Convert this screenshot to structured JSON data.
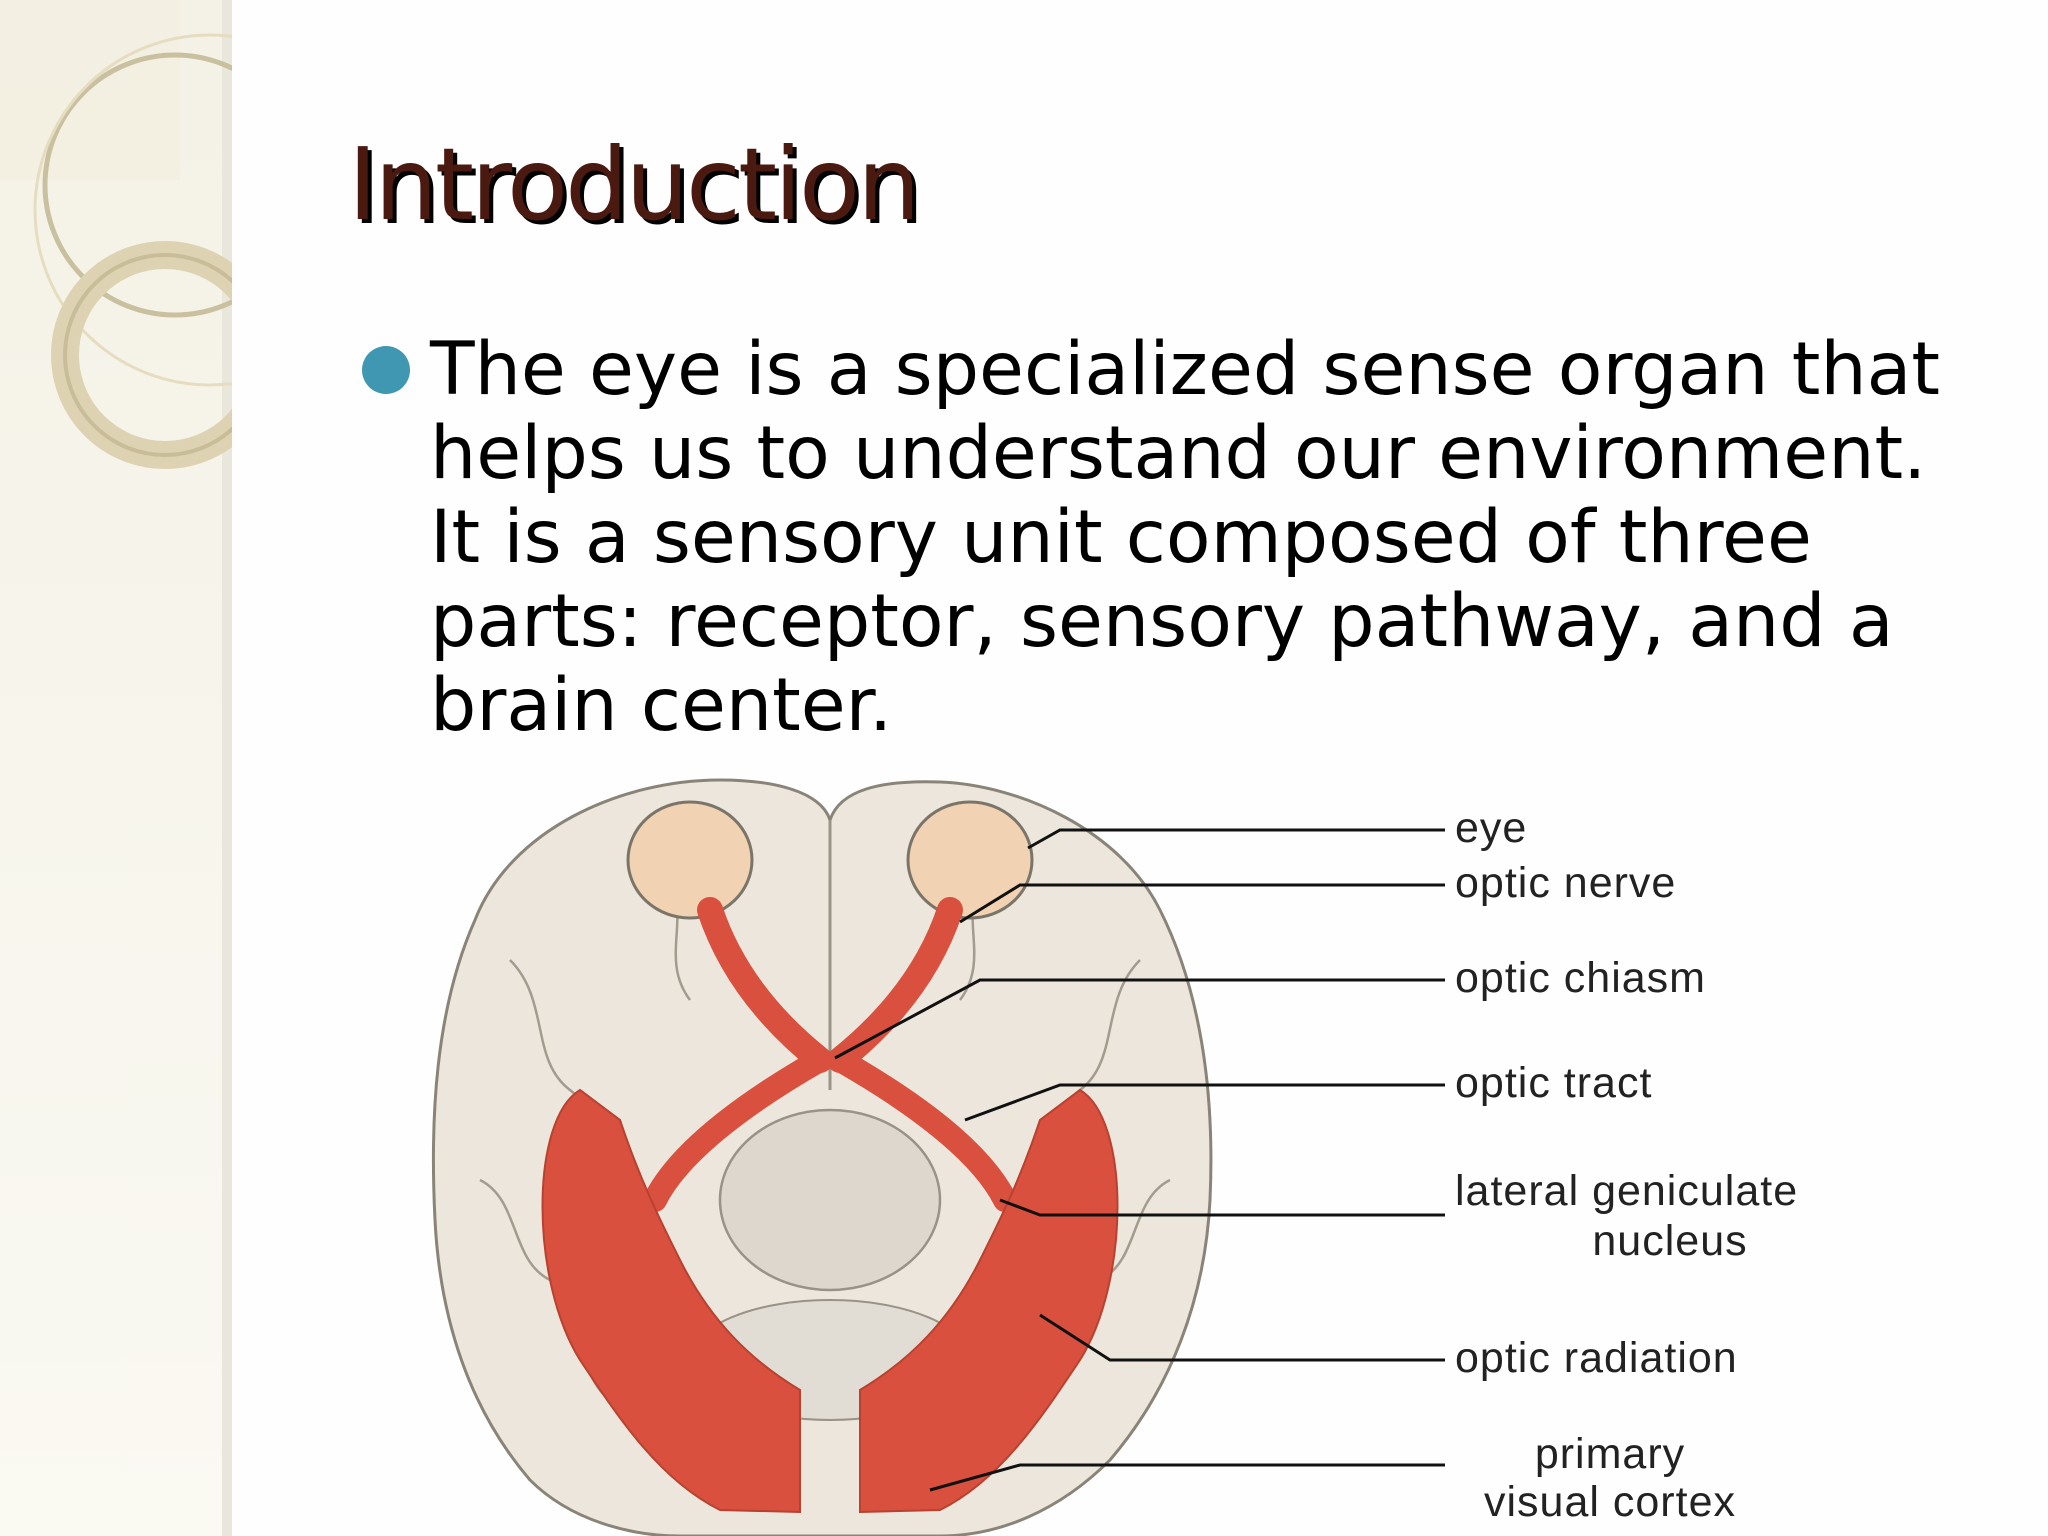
{
  "slide": {
    "title": "Introduction",
    "bullet": "The eye is a specialized sense organ that helps us to understand our environment.  It is a sensory unit composed of three parts: receptor, sensory pathway, and a brain center."
  },
  "diagram": {
    "labels": {
      "eye": "eye",
      "optic_nerve": "optic nerve",
      "optic_chiasm": "optic chiasm",
      "optic_tract": "optic tract",
      "lgn_line1": "lateral geniculate",
      "lgn_line2": "nucleus",
      "optic_radiation": "optic radiation",
      "cortex_line1": "primary",
      "cortex_line2": "visual cortex"
    }
  },
  "colors": {
    "title": "#4a1a10",
    "bullet": "#3f97b2",
    "pathway": "#d9503e",
    "brain": "#ece6dc"
  }
}
